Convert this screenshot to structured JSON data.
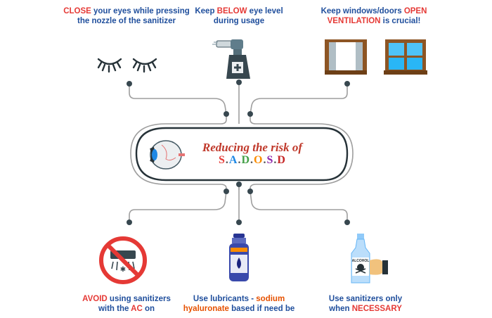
{
  "tips": {
    "close_eyes": {
      "pre": "",
      "hl": "CLOSE",
      "rest1": " your eyes while pressing",
      "line2": "the nozzle of the sanitizer"
    },
    "below_eye": {
      "pre": "Keep ",
      "hl": "BELOW",
      "rest1": " eye level",
      "line2": "during usage"
    },
    "ventilation": {
      "pre": "Keep windows/doors ",
      "hl": "OPEN",
      "line2_hl": "VENTILATION",
      "line2_rest": " is crucial!"
    },
    "avoid_ac": {
      "hl": "AVOID",
      "rest1": " using sanitizers",
      "line2_pre": "with the ",
      "line2_hl": "AC",
      "line2_rest": " on"
    },
    "lubricants": {
      "pre": "Use lubricants - ",
      "hl": "sodium",
      "line2_hl": "hyaluronate",
      "line2_rest": " based if need be"
    },
    "necessary": {
      "pre": "Use sanitizers only",
      "line2_pre": "when ",
      "line2_hl": "NECESSARY"
    }
  },
  "center": {
    "title": "Reducing the risk of",
    "acronym": [
      "S",
      ".",
      "A",
      ".",
      "D",
      ".",
      "O",
      ".",
      "S",
      ".",
      "D"
    ],
    "acronym_colors": [
      "#e53935",
      "#555555",
      "#1e88e5",
      "#555555",
      "#43a047",
      "#555555",
      "#fb8c00",
      "#555555",
      "#8e24aa",
      "#555555",
      "#c62828"
    ]
  },
  "bottle_label": "ALCOHOL",
  "colors": {
    "connector": "#9e9e9e",
    "dot": "#37474f",
    "accent_blue": "#1f4e9c",
    "accent_red": "#e53935"
  }
}
